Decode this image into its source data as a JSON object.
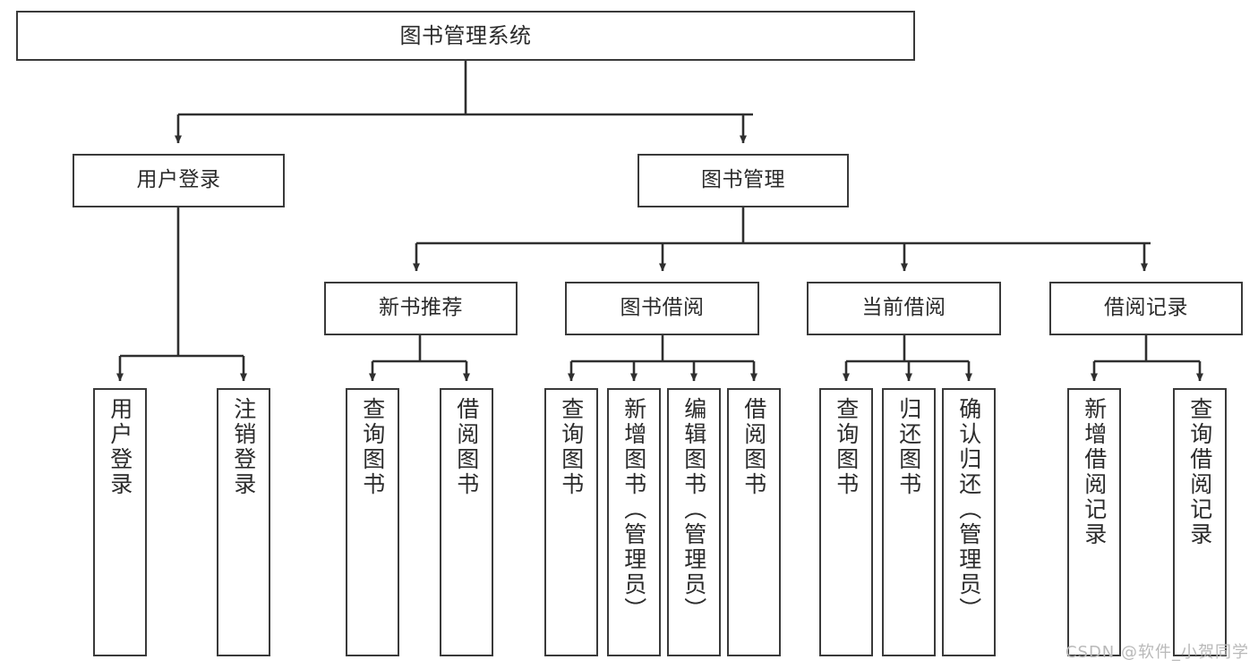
{
  "diagram": {
    "title": "图书管理系统",
    "watermark": "CSDN @软件_小贺同学",
    "colors": {
      "border": "#3a3a3a",
      "text": "#2b2b2b",
      "background": "#ffffff",
      "edge": "#2f2f2f",
      "watermark": "#b9b9b9"
    },
    "levels": {
      "root": {
        "label": "图书管理系统"
      },
      "level2": [
        {
          "label": "用户登录"
        },
        {
          "label": "图书管理"
        }
      ],
      "level3": [
        {
          "label": "新书推荐"
        },
        {
          "label": "图书借阅"
        },
        {
          "label": "当前借阅"
        },
        {
          "label": "借阅记录"
        }
      ],
      "leaves": {
        "user_login": [
          {
            "label": "用户登录"
          },
          {
            "label": "注销登录"
          }
        ],
        "new_book_recommend": [
          {
            "label": "查询图书"
          },
          {
            "label": "借阅图书"
          }
        ],
        "book_borrow": [
          {
            "label": "查询图书"
          },
          {
            "label": "新增图书（管理员）"
          },
          {
            "label": "编辑图书（管理员）"
          },
          {
            "label": "借阅图书"
          }
        ],
        "current_borrow": [
          {
            "label": "查询图书"
          },
          {
            "label": "归还图书"
          },
          {
            "label": "确认归还（管理员）"
          }
        ],
        "borrow_record": [
          {
            "label": "新增借阅记录"
          },
          {
            "label": "查询借阅记录"
          }
        ]
      }
    }
  }
}
